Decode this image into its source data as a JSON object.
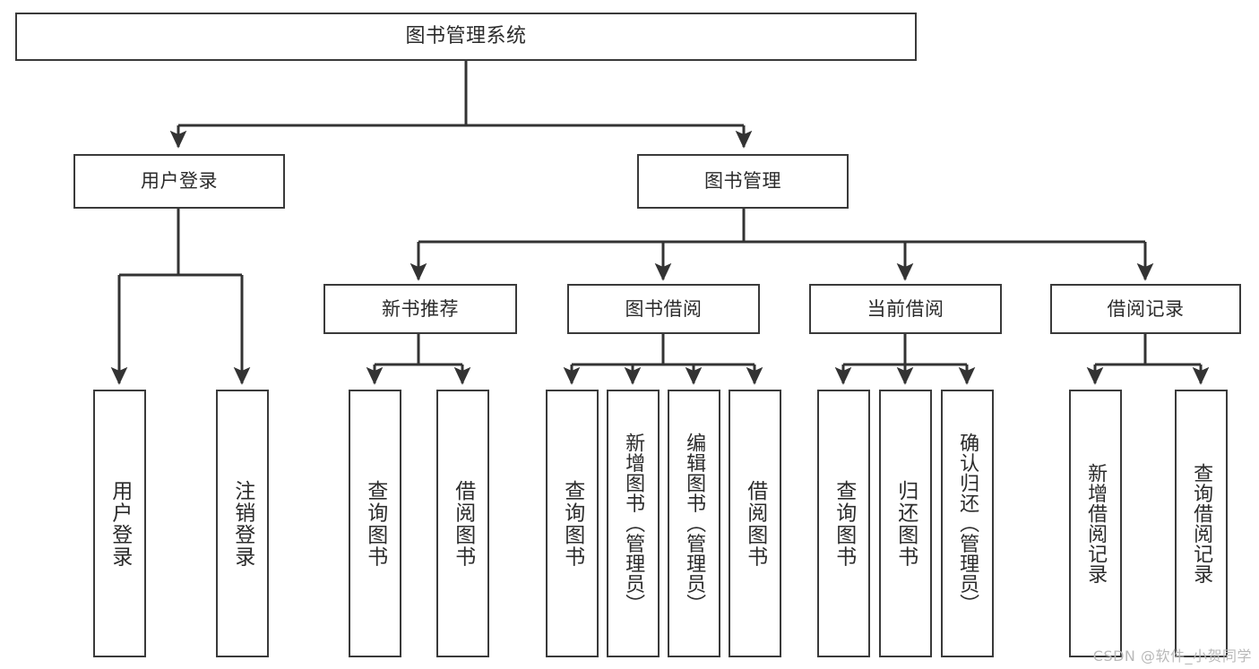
{
  "diagram": {
    "title": "图书管理系统",
    "type": "tree-hierarchy",
    "watermark": "CSDN @软件_小贺同学",
    "colors": {
      "box_border": "#3a3a3a",
      "box_fill": "#ffffff",
      "edge": "#333333",
      "text": "#2b2b2b",
      "watermark": "#b9b9b9",
      "background": "#ffffff"
    },
    "nodes": {
      "root": {
        "label": "图书管理系统",
        "level": 0
      },
      "user_login": {
        "label": "用户登录",
        "level": 1
      },
      "book_manage": {
        "label": "图书管理",
        "level": 1
      },
      "new_book_rec": {
        "label": "新书推荐",
        "level": 2
      },
      "book_borrow": {
        "label": "图书借阅",
        "level": 2
      },
      "current_borrow": {
        "label": "当前借阅",
        "level": 2
      },
      "borrow_record": {
        "label": "借阅记录",
        "level": 2
      },
      "leaf_user_login": {
        "label": "用户登录",
        "level": 3
      },
      "leaf_logout": {
        "label": "注销登录",
        "level": 3
      },
      "leaf_query_book_a": {
        "label": "查询图书",
        "level": 3
      },
      "leaf_borrow_book_a": {
        "label": "借阅图书",
        "level": 3
      },
      "leaf_query_book_b": {
        "label": "查询图书",
        "level": 3
      },
      "leaf_add_book": {
        "label": "新增图书（管理员）",
        "level": 3
      },
      "leaf_edit_book": {
        "label": "编辑图书（管理员）",
        "level": 3
      },
      "leaf_borrow_book_b": {
        "label": "借阅图书",
        "level": 3
      },
      "leaf_query_book_c": {
        "label": "查询图书",
        "level": 3
      },
      "leaf_return_book": {
        "label": "归还图书",
        "level": 3
      },
      "leaf_confirm_return": {
        "label": "确认归还（管理员）",
        "level": 3
      },
      "leaf_add_record": {
        "label": "新增借阅记录",
        "level": 3
      },
      "leaf_query_record": {
        "label": "查询借阅记录",
        "level": 3
      }
    },
    "edges": [
      {
        "from": "root",
        "to": "user_login"
      },
      {
        "from": "root",
        "to": "book_manage"
      },
      {
        "from": "user_login",
        "to": "leaf_user_login"
      },
      {
        "from": "user_login",
        "to": "leaf_logout"
      },
      {
        "from": "book_manage",
        "to": "new_book_rec"
      },
      {
        "from": "book_manage",
        "to": "book_borrow"
      },
      {
        "from": "book_manage",
        "to": "current_borrow"
      },
      {
        "from": "book_manage",
        "to": "borrow_record"
      },
      {
        "from": "new_book_rec",
        "to": "leaf_query_book_a"
      },
      {
        "from": "new_book_rec",
        "to": "leaf_borrow_book_a"
      },
      {
        "from": "book_borrow",
        "to": "leaf_query_book_b"
      },
      {
        "from": "book_borrow",
        "to": "leaf_add_book"
      },
      {
        "from": "book_borrow",
        "to": "leaf_edit_book"
      },
      {
        "from": "book_borrow",
        "to": "leaf_borrow_book_b"
      },
      {
        "from": "current_borrow",
        "to": "leaf_query_book_c"
      },
      {
        "from": "current_borrow",
        "to": "leaf_return_book"
      },
      {
        "from": "current_borrow",
        "to": "leaf_confirm_return"
      },
      {
        "from": "borrow_record",
        "to": "leaf_add_record"
      },
      {
        "from": "borrow_record",
        "to": "leaf_query_record"
      }
    ]
  }
}
